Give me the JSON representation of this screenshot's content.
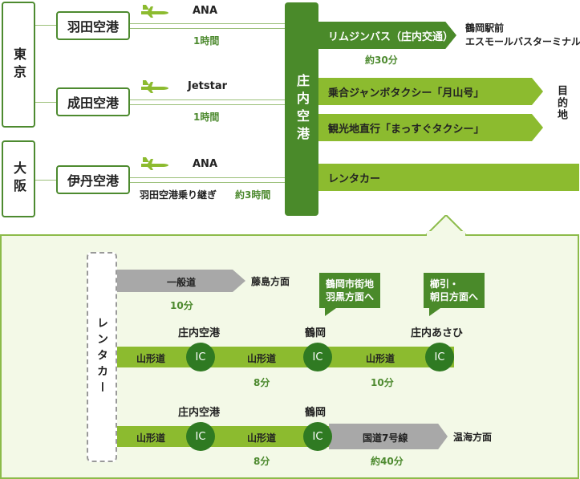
{
  "regions": {
    "tokyo": "東京",
    "osaka": "大阪"
  },
  "airports": {
    "haneda": "羽田空港",
    "narita": "成田空港",
    "itami": "伊丹空港"
  },
  "airlines": {
    "haneda": "ANA",
    "narita": "Jetstar",
    "itami": "ANA"
  },
  "flight_times": {
    "haneda": "1時間",
    "narita": "1時間",
    "itami_note": "羽田空港乗り継ぎ",
    "itami": "約3時間"
  },
  "hub": "庄内空港",
  "routes": [
    {
      "label": "リムジンバス（庄内交通）",
      "dest_line1": "鶴岡駅前",
      "dest_line2": "エスモールバスターミナル",
      "time": "約30分"
    },
    {
      "label": "乗合ジャンボタクシー「月山号」"
    },
    {
      "label": "観光地直行「まっすぐタクシー」"
    },
    {
      "label": "レンタカー"
    }
  ],
  "destination": "目的地",
  "panel": {
    "rental_label": "レンタカー",
    "general_road": "一般道",
    "general_dest": "藤島方面",
    "general_time": "10分",
    "row1": {
      "ic_names": [
        "庄内空港",
        "鶴岡",
        "庄内あさひ"
      ],
      "ic_label": "IC",
      "road": "山形道",
      "times": [
        "8分",
        "10分"
      ],
      "callouts": [
        "鶴岡市街地\n羽黒方面へ",
        "櫛引・\n朝日方面へ"
      ]
    },
    "row2": {
      "ic_names": [
        "庄内空港",
        "鶴岡"
      ],
      "ic_label": "IC",
      "road": "山形道",
      "time": "8分",
      "national": "国道7号線",
      "national_time": "約40分",
      "dest": "温海方面"
    }
  },
  "colors": {
    "dark_green": "#4a8a2a",
    "light_green": "#8cbb2f",
    "gray": "#a8a8a8"
  }
}
